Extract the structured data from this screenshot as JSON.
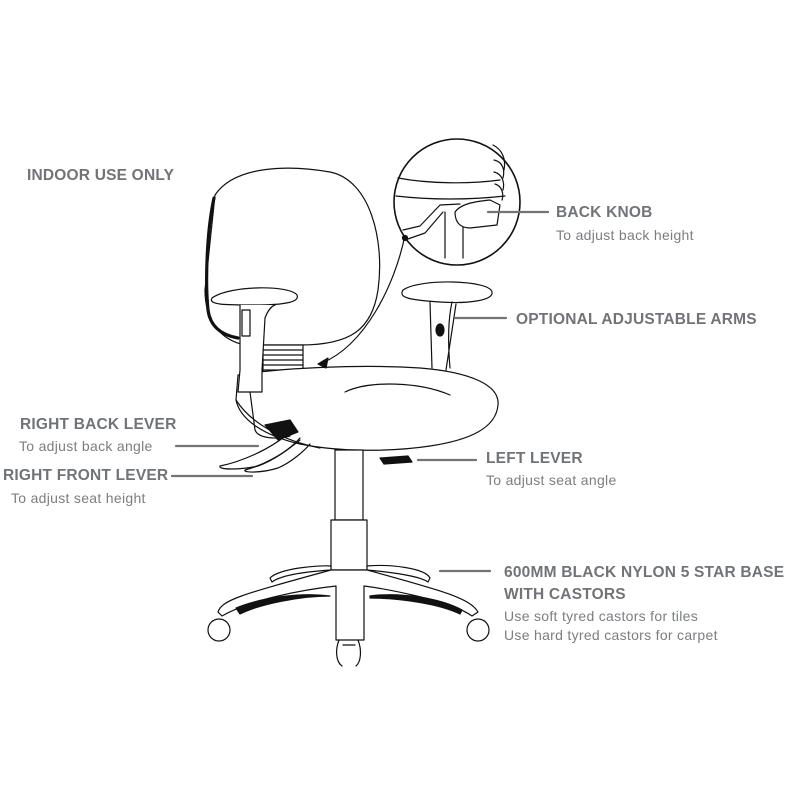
{
  "diagram": {
    "subject": "Office task chair with labelled features",
    "colors": {
      "label_text": "#707478",
      "leader_line": "#707478",
      "line_art": "#111111"
    },
    "labels": {
      "indoor": {
        "title": "INDOOR USE ONLY"
      },
      "back_knob": {
        "title": "BACK KNOB",
        "subtitle": "To adjust back height"
      },
      "arms": {
        "title": "OPTIONAL ADJUSTABLE ARMS"
      },
      "right_back_lever": {
        "title": "RIGHT BACK LEVER",
        "subtitle": "To adjust back angle"
      },
      "right_front_lever": {
        "title": "RIGHT FRONT LEVER",
        "subtitle": "To adjust seat height"
      },
      "left_lever": {
        "title": "LEFT LEVER",
        "subtitle": "To adjust seat angle"
      },
      "base": {
        "title_line1": "600MM BLACK NYLON 5 STAR BASE",
        "title_line2": "WITH CASTORS",
        "note1": "Use soft tyred castors for tiles",
        "note2": "Use hard tyred castors for carpet"
      }
    }
  }
}
